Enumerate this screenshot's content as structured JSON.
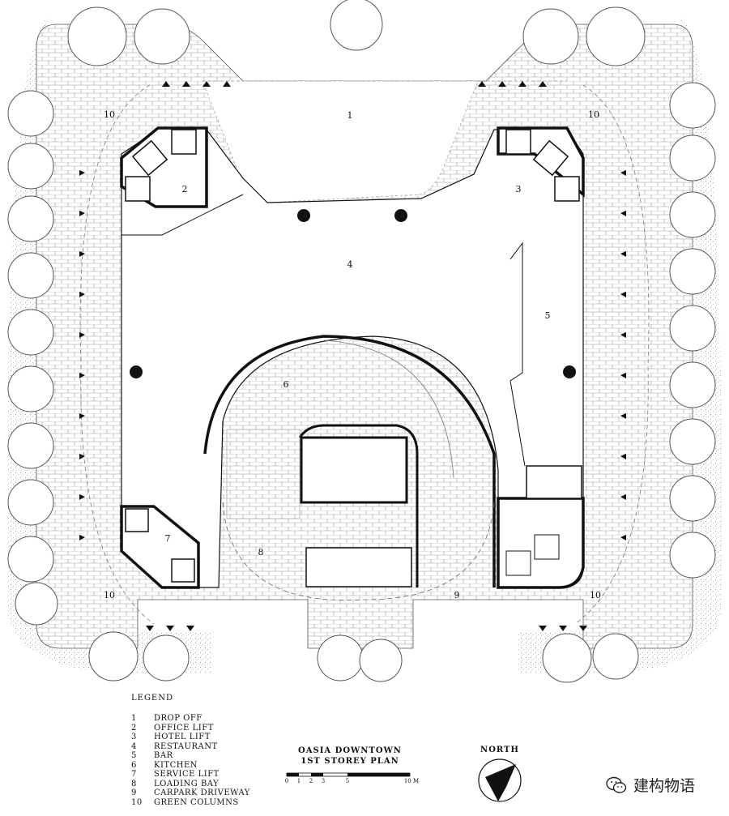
{
  "plan": {
    "room_numbers": [
      "1",
      "2",
      "3",
      "4",
      "5",
      "6",
      "7",
      "8",
      "9",
      "10"
    ]
  },
  "legend": {
    "title": "LEGEND",
    "items": [
      {
        "num": "1",
        "label": "DROP OFF"
      },
      {
        "num": "2",
        "label": "OFFICE LIFT"
      },
      {
        "num": "3",
        "label": "HOTEL LIFT"
      },
      {
        "num": "4",
        "label": "RESTAURANT"
      },
      {
        "num": "5",
        "label": "BAR"
      },
      {
        "num": "6",
        "label": "KITCHEN"
      },
      {
        "num": "7",
        "label": "SERVICE LIFT"
      },
      {
        "num": "8",
        "label": "LOADING BAY"
      },
      {
        "num": "9",
        "label": "CARPARK DRIVEWAY"
      },
      {
        "num": "10",
        "label": "GREEN COLUMNS"
      }
    ]
  },
  "title_block": {
    "line1": "OASIA DOWNTOWN",
    "line2": "1ST STOREY PLAN"
  },
  "scale": {
    "ticks": [
      "0",
      "1",
      "2",
      "3",
      "5",
      "10 M"
    ]
  },
  "north": {
    "label": "NORTH"
  },
  "watermark": {
    "text": "建构物语",
    "icon": "wechat-icon"
  }
}
